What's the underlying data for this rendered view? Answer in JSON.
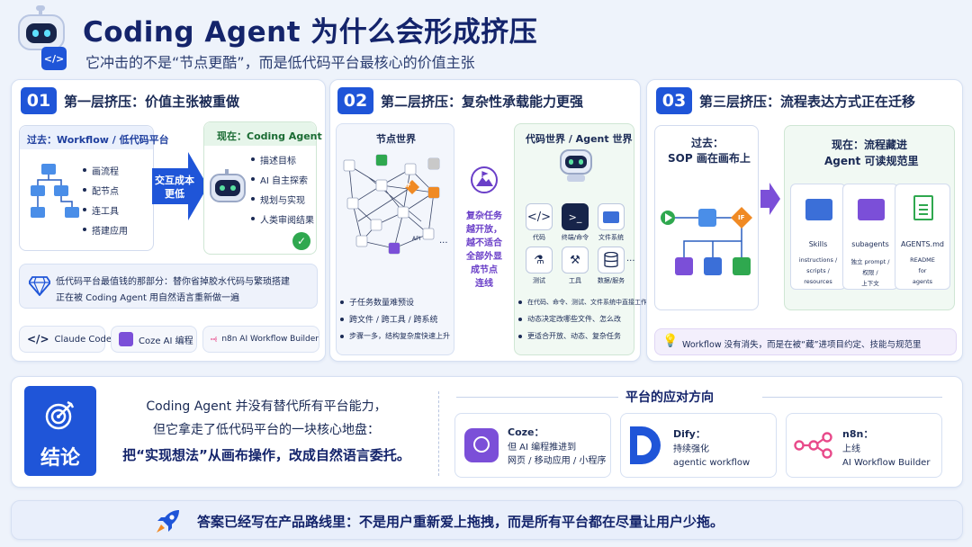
{
  "header": {
    "title": "Coding Agent 为什么会形成挤压",
    "subtitle": "它冲击的不是“节点更酷”，而是低代码平台最核心的价值主张"
  },
  "section1": {
    "number": "01",
    "title": "第一层挤压：价值主张被重做",
    "past_head": "过去：Workflow / 低代码平台",
    "past_items": [
      "画流程",
      "配节点",
      "连工具",
      "搭建应用"
    ],
    "arrow_text": [
      "交互成本",
      "更低"
    ],
    "now_head": "现在：Coding Agent",
    "now_items": [
      "描述目标",
      "AI 自主探索",
      "规划与实现",
      "人类审阅结果"
    ],
    "note": [
      "低代码平台最值钱的那部分：替你省掉胶水代码与繁琐搭建",
      "正在被 Coding Agent 用自然语言重新做一遍"
    ],
    "tools": [
      "Claude Code",
      "Coze AI 编程",
      "n8n AI Workflow Builder"
    ]
  },
  "section2": {
    "number": "02",
    "title": "第二层挤压：复杂性承载能力更强",
    "node_world_head": "节点世界",
    "node_world_labels": {
      "if": "IF",
      "api": "API",
      "ellipsis": "..."
    },
    "middle_text": [
      "复杂任务",
      "越开放，",
      "越不适合",
      "全部外显",
      "成节点",
      "连线"
    ],
    "code_world_head": "代码世界 / Agent 世界",
    "tiles": [
      "代码",
      "终端/命令",
      "文件系统",
      "测试",
      "工具",
      "数据/服务"
    ],
    "tiles_more": "...",
    "left_bullets": [
      "子任务数量难预设",
      "跨文件 / 跨工具 / 跨系统",
      "步骤一多，结构复杂度快速上升"
    ],
    "right_bullets": [
      "在代码、命令、测试、文件系统中直接工作",
      "动态决定改哪些文件、怎么改",
      "更适合开放、动态、复杂任务"
    ]
  },
  "section3": {
    "number": "03",
    "title": "第三层挤压：流程表达方式正在迁移",
    "past_head": [
      "过去：",
      "SOP 画在画布上"
    ],
    "if_label": "IF",
    "now_head": [
      "现在：流程藏进",
      "Agent 可读规范里"
    ],
    "folders": [
      {
        "name": "Skills",
        "desc": [
          "instructions /",
          "scripts /",
          "resources"
        ]
      },
      {
        "name": "subagents",
        "desc": [
          "独立 prompt /",
          "权限 /",
          "上下文"
        ]
      },
      {
        "name": "AGENTS.md",
        "desc": [
          "README",
          "for",
          "agents"
        ]
      }
    ],
    "note": "Workflow 没有消失，而是在被“藏”进项目约定、技能与规范里"
  },
  "conclusion": {
    "label": "结论",
    "line1": "Coding Agent 并没有替代所有平台能力，",
    "line2": "但它拿走了低代码平台的一块核心地盘：",
    "line3": "把“实现想法”从画布操作，改成自然语言委托。",
    "platforms_head": "平台的应对方向",
    "platforms": [
      {
        "name": "Coze：",
        "desc": [
          "但 AI 编程推进到",
          "网页 / 移动应用 / 小程序"
        ]
      },
      {
        "name": "Dify：",
        "desc": [
          "持续强化",
          "agentic workflow"
        ]
      },
      {
        "name": "n8n：",
        "desc": [
          "上线",
          "AI Workflow Builder"
        ]
      }
    ]
  },
  "footer": {
    "text": "答案已经写在产品路线里：不是用户重新爱上拖拽，而是所有平台都在尽量让用户少拖。"
  },
  "colors": {
    "primary": "#1f55d8",
    "navy": "#14246b",
    "green": "#2fa84f",
    "purple": "#6a3fc8",
    "orange": "#f08a24",
    "pink": "#e84a8a"
  }
}
